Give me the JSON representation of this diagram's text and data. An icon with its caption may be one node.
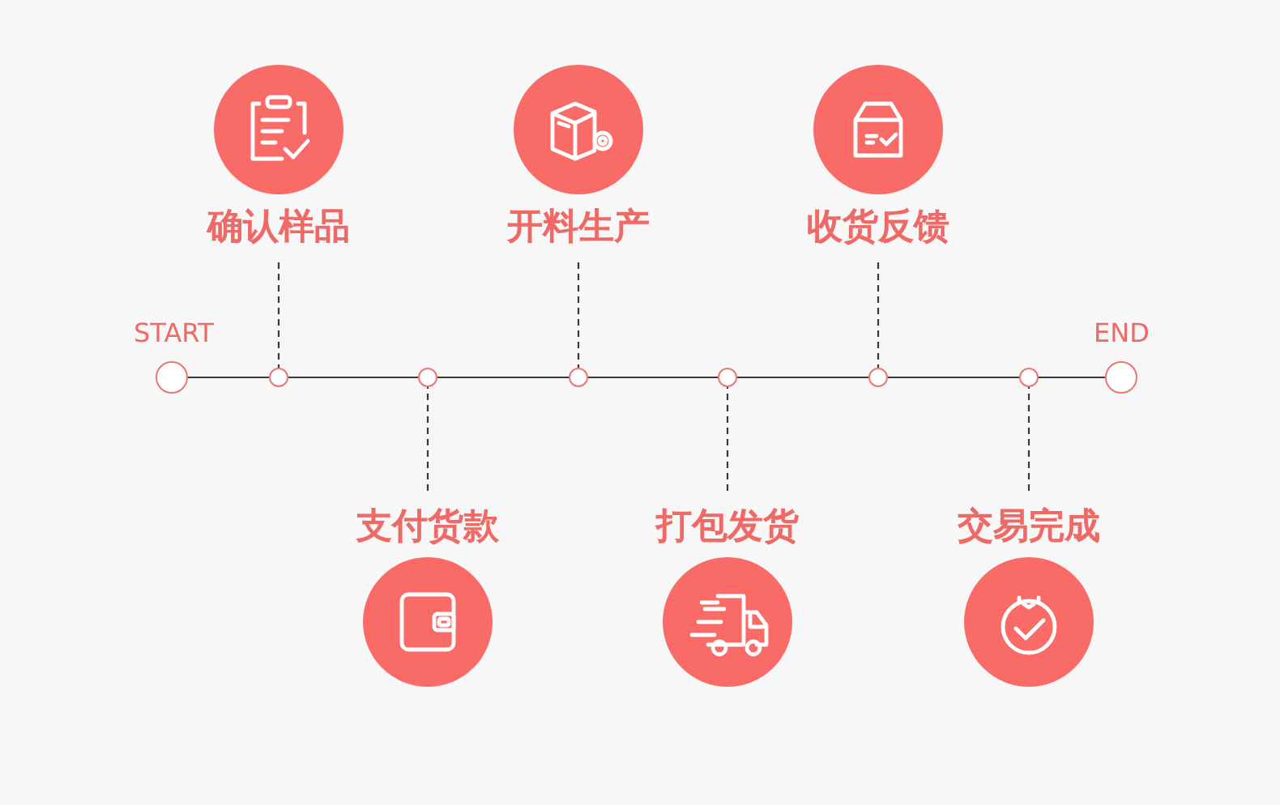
{
  "diagram": {
    "nodes": [
      {
        "text": [],
        "shape": "circle",
        "beside": [
          "START"
        ]
      },
      {
        "text": [],
        "shape": "circle"
      },
      {
        "text": [],
        "shape": "circle"
      },
      {
        "text": [],
        "shape": "circle"
      },
      {
        "text": [],
        "shape": "circle"
      },
      {
        "text": [],
        "shape": "circle"
      },
      {
        "text": [],
        "shape": "circle"
      },
      {
        "text": [],
        "shape": "circle",
        "beside": [
          "END"
        ]
      },
      {
        "text": [
          "确认样品"
        ]
      },
      {
        "text": [
          "支付货款"
        ]
      },
      {
        "text": [
          "开料生产"
        ]
      },
      {
        "text": [
          "打包发货"
        ]
      },
      {
        "text": [
          "收货反馈"
        ]
      },
      {
        "text": [
          "交易完成"
        ]
      }
    ],
    "edges": [
      {
        "from": 0,
        "to": 1,
        "arrow": "none"
      },
      {
        "from": 1,
        "to": 2,
        "arrow": "none"
      },
      {
        "from": 2,
        "to": 3,
        "arrow": "none"
      },
      {
        "from": 3,
        "to": 4,
        "arrow": "none"
      },
      {
        "from": 4,
        "to": 5,
        "arrow": "none"
      },
      {
        "from": 5,
        "to": 6,
        "arrow": "none"
      },
      {
        "from": 6,
        "to": 7,
        "arrow": "none"
      },
      {
        "from": 8,
        "to": 1,
        "arrow": "none",
        "style": "dashed"
      },
      {
        "from": 9,
        "to": 2,
        "arrow": "none",
        "style": "dashed"
      },
      {
        "from": 10,
        "to": 3,
        "arrow": "none",
        "style": "dashed"
      },
      {
        "from": 11,
        "to": 4,
        "arrow": "none",
        "style": "dashed"
      },
      {
        "from": 12,
        "to": 5,
        "arrow": "none",
        "style": "dashed"
      },
      {
        "from": 13,
        "to": 6,
        "arrow": "none",
        "style": "dashed"
      }
    ]
  }
}
